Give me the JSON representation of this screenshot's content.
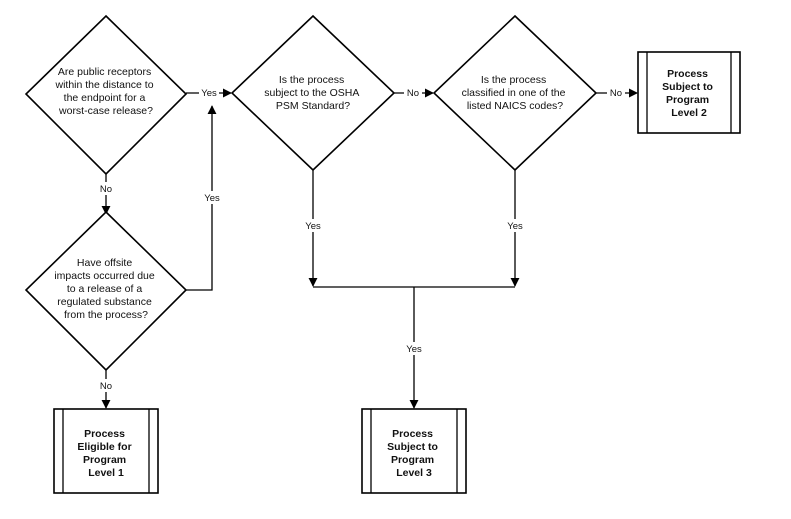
{
  "nodes": {
    "q_public_receptors": {
      "type": "decision",
      "lines": [
        "Are public receptors",
        "within the distance to",
        "the endpoint for a",
        "worst-case release?"
      ]
    },
    "q_osha_psm": {
      "type": "decision",
      "lines": [
        "Is the process",
        "subject to the OSHA",
        "PSM Standard?"
      ]
    },
    "q_naics": {
      "type": "decision",
      "lines": [
        "Is the process",
        "classified in one of the",
        "listed NAICS codes?"
      ]
    },
    "q_offsite_impacts": {
      "type": "decision",
      "lines": [
        "Have offsite",
        "impacts occurred due",
        "to a release of a",
        "regulated substance",
        "from the process?"
      ]
    },
    "r_level2": {
      "type": "result",
      "lines": [
        "Process",
        "Subject to",
        "Program",
        "Level 2"
      ]
    },
    "r_level1": {
      "type": "result",
      "lines": [
        "Process",
        "Eligible for",
        "Program",
        "Level 1"
      ]
    },
    "r_level3": {
      "type": "result",
      "lines": [
        "Process",
        "Subject to",
        "Program",
        "Level 3"
      ]
    }
  },
  "edges": {
    "receptors_yes_to_osha": "Yes",
    "receptors_no_to_offsite": "No",
    "offsite_yes_to_osha": "Yes",
    "offsite_no_to_level1": "No",
    "osha_no_to_naics": "No",
    "naics_no_to_level2": "No",
    "osha_yes_to_merge": "Yes",
    "naics_yes_to_merge": "Yes",
    "merge_yes_to_level3": "Yes"
  },
  "colors": {
    "stroke": "#000000",
    "fill": "#ffffff",
    "text": "#111111"
  }
}
